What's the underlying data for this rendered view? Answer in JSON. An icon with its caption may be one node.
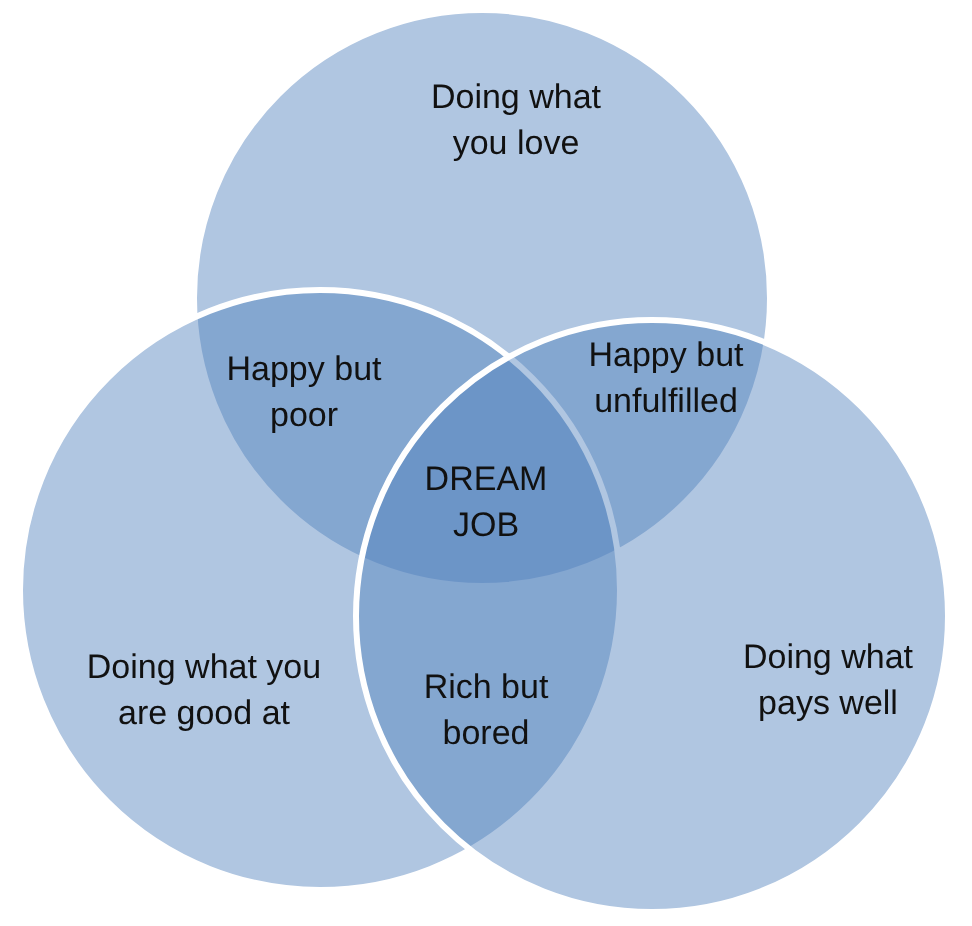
{
  "diagram": {
    "nodes": [
      {
        "text": [
          "Doing what you love"
        ]
      },
      {
        "text": [
          "Happy but poor"
        ]
      },
      {
        "text": [
          "Happy but unfulfilled"
        ]
      },
      {
        "text": [
          "DREAM JOB"
        ]
      },
      {
        "text": [
          "Doing what you are good at"
        ]
      },
      {
        "text": [
          "Doing what pays well"
        ]
      },
      {
        "text": [
          "Rich but bored"
        ]
      }
    ],
    "edges": []
  }
}
